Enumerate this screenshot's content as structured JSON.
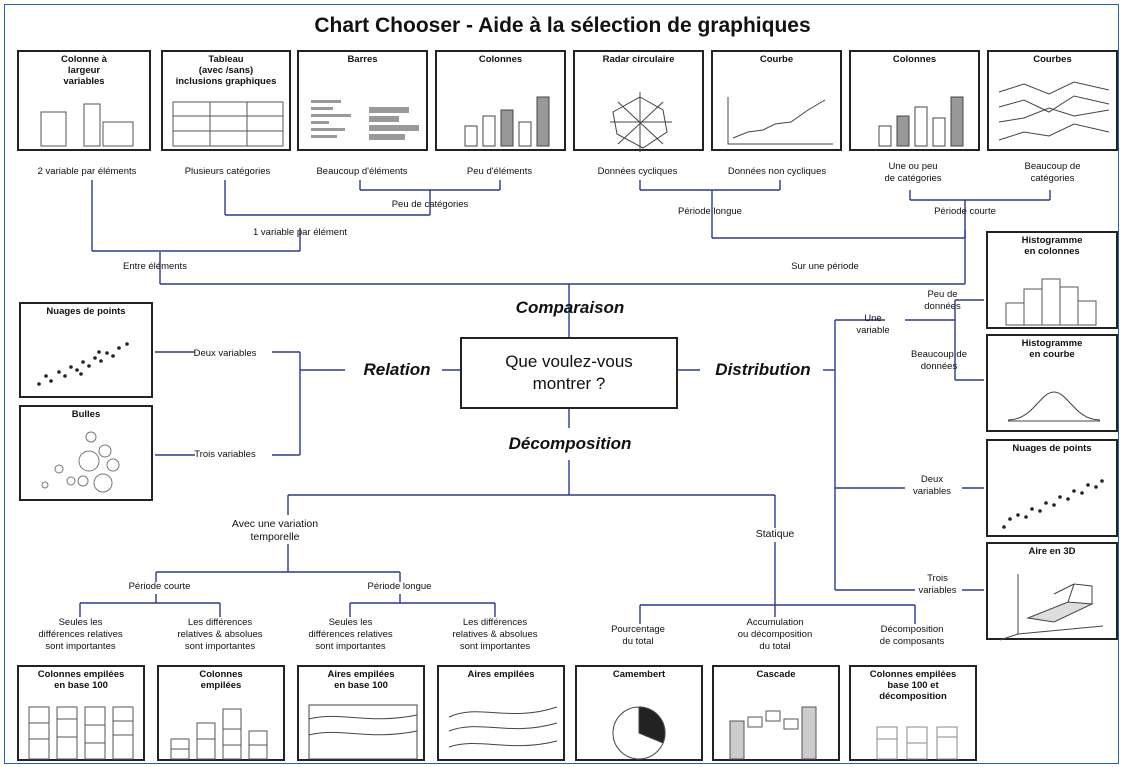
{
  "title": "Chart Chooser  - Aide à la sélection de graphiques",
  "center": "Que voulez-vous\nmontrer ?",
  "categories": {
    "comparaison": "Comparaison",
    "relation": "Relation",
    "distribution": "Distribution",
    "decomposition": "Décomposition"
  },
  "top_cards": [
    {
      "title": "Colonne à\nlargeur\nvariables",
      "icon": "variable-width-columns-icon"
    },
    {
      "title": "Tableau\n(avec /sans)\ninclusions graphiques",
      "icon": "table-icon"
    },
    {
      "title": "Barres",
      "icon": "bars-icon"
    },
    {
      "title": "Colonnes",
      "icon": "columns-icon"
    },
    {
      "title": "Radar circulaire",
      "icon": "radar-icon"
    },
    {
      "title": "Courbe",
      "icon": "line-icon"
    },
    {
      "title": "Colonnes",
      "icon": "columns-icon"
    },
    {
      "title": "Courbes",
      "icon": "multi-line-icon"
    }
  ],
  "top_labels": {
    "two_var": "2 variable par éléments",
    "plusieurs": "Plusieurs catégories",
    "beaucoup_elem": "Beaucoup d'éléments",
    "peu_elem": "Peu d'éléments",
    "cycliques": "Données cycliques",
    "non_cycliques": "Données non cycliques",
    "une_ou_peu": "Une ou peu\nde catégories",
    "beaucoup_cat": "Beaucoup de\ncatégories",
    "peu_cat": "Peu de catégories",
    "periode_longue": "Période longue",
    "periode_courte": "Période courte",
    "une_var_elem": "1 variable par élément",
    "entre": "Entre éléments",
    "sur_periode": "Sur une période"
  },
  "relation": {
    "cards": [
      {
        "title": "Nuages de points",
        "icon": "scatter-icon"
      },
      {
        "title": "Bulles",
        "icon": "bubble-icon"
      }
    ],
    "deux": "Deux variables",
    "trois": "Trois variables"
  },
  "distribution": {
    "cards": [
      {
        "title": "Histogramme\nen colonnes",
        "icon": "histogram-columns-icon"
      },
      {
        "title": "Histogramme\nen courbe",
        "icon": "histogram-curve-icon"
      },
      {
        "title": "Nuages de points",
        "icon": "scatter-icon"
      },
      {
        "title": "Aire en 3D",
        "icon": "area-3d-icon"
      }
    ],
    "une_variable": "Une\nvariable",
    "peu_donnees": "Peu de\ndonnées",
    "beaucoup_donnees": "Beaucoup de\ndonnées",
    "deux_variables": "Deux\nvariables",
    "trois_variables": "Trois\nvariables"
  },
  "decomposition": {
    "variation": "Avec une variation\ntemporelle",
    "statique": "Statique",
    "periode_courte": "Période courte",
    "periode_longue": "Période longue",
    "relatives": "Seules les\ndifférences relatives\nsont importantes",
    "rel_abs": "Les différences\nrelatives & absolues\nsont importantes",
    "relatives2": "Seules les\ndifférences relatives\nsont importantes",
    "rel_abs2": "Les différences\nrelatives & absolues\nsont importantes",
    "pourcentage": "Pourcentage\ndu total",
    "accumulation": "Accumulation\nou décomposition\ndu total",
    "composants": "Décomposition\nde composants",
    "cards": [
      {
        "title": "Colonnes empilées\nen base 100",
        "icon": "stacked-100-columns-icon"
      },
      {
        "title": "Colonnes\nempilées",
        "icon": "stacked-columns-icon"
      },
      {
        "title": "Aires empilées\nen base 100",
        "icon": "stacked-100-area-icon"
      },
      {
        "title": "Aires empilées",
        "icon": "stacked-area-icon"
      },
      {
        "title": "Camembert",
        "icon": "pie-icon"
      },
      {
        "title": "Cascade",
        "icon": "waterfall-icon"
      },
      {
        "title": "Colonnes empilées\nbase 100 et\ndécomposition",
        "icon": "stacked-decomposition-icon"
      }
    ]
  },
  "colors": {
    "connector": "#2b3a8c",
    "border": "#222222",
    "frame": "#2b5ea8",
    "accent_fill": "#c8c8c8"
  }
}
